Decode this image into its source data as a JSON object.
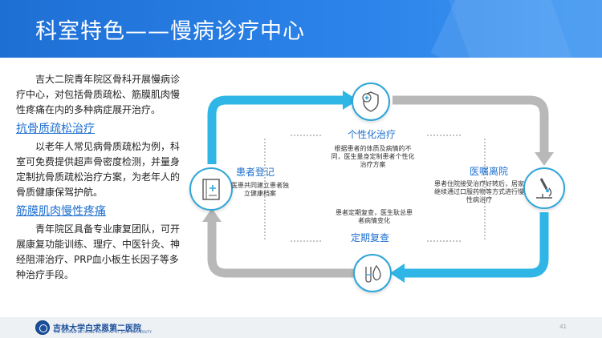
{
  "header": {
    "title": "科室特色——慢病诊疗中心"
  },
  "intro": "吉大二院青年院区骨科开展慢病诊疗中心，对包括骨质疏松、筋膜肌肉慢性疼痛在内的多种病症展开治疗。",
  "section1": {
    "title": "抗骨质疏松治疗",
    "text": "以老年人常见病骨质疏松为例，科室可免费提供超声骨密度检测，并量身定制抗骨质疏松治疗方案，为老年人的骨质健康保驾护航。"
  },
  "section2": {
    "title": "筋膜肌肉慢性疼痛",
    "text": "青年院区具备专业康复团队，可开展康复功能训练、理疗、中医针灸、神经阻滞治疗、PRP血小板生长因子等多种治疗手段。"
  },
  "cycle": {
    "top": {
      "title": "个性化治疗",
      "desc": "根据患者的体质及病情的不同，医生量身定制患者个性化治疗方案"
    },
    "right": {
      "title": "医嘱离院",
      "desc": "患者住院接受治疗好转后，居家继续通过口服药物等方式进行慢性病治疗"
    },
    "bottom": {
      "title": "定期复查",
      "desc": "患者定期复查，医生耿总患者病情变化"
    },
    "left": {
      "title": "患者登记",
      "desc": "医患共同建立患者独立健康档案"
    }
  },
  "footer": {
    "hospital": "吉林大学白求恩第二医院",
    "hospital_en": "THE SECOND BETHUNE HOSPITAL OF JILIN UNIVERSITY",
    "page": "41"
  },
  "colors": {
    "header": "#2c84ea",
    "accent": "#1d6fd0",
    "arrow_blue": "#2fb6e6",
    "arrow_gray": "#b8b8b8"
  },
  "icons": {
    "top": "shield-plus-icon",
    "right": "microscope-icon",
    "bottom": "lab-flask-icon",
    "left": "medical-record-icon"
  }
}
